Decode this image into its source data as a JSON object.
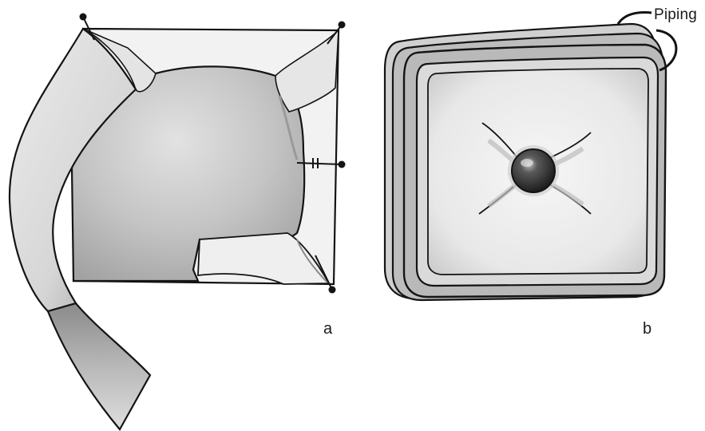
{
  "figure": {
    "panel_a": {
      "label": "a"
    },
    "panel_b": {
      "label": "b"
    },
    "callout": {
      "text": "Piping"
    }
  },
  "colors": {
    "ink": "#141414",
    "fabric_white": "#f4f4f4",
    "fabric_shadow": "#cfcfcf",
    "board_gray": "#b0b0b0",
    "board_light": "#dcdcdc",
    "button_dark": "#2e2e2e"
  }
}
